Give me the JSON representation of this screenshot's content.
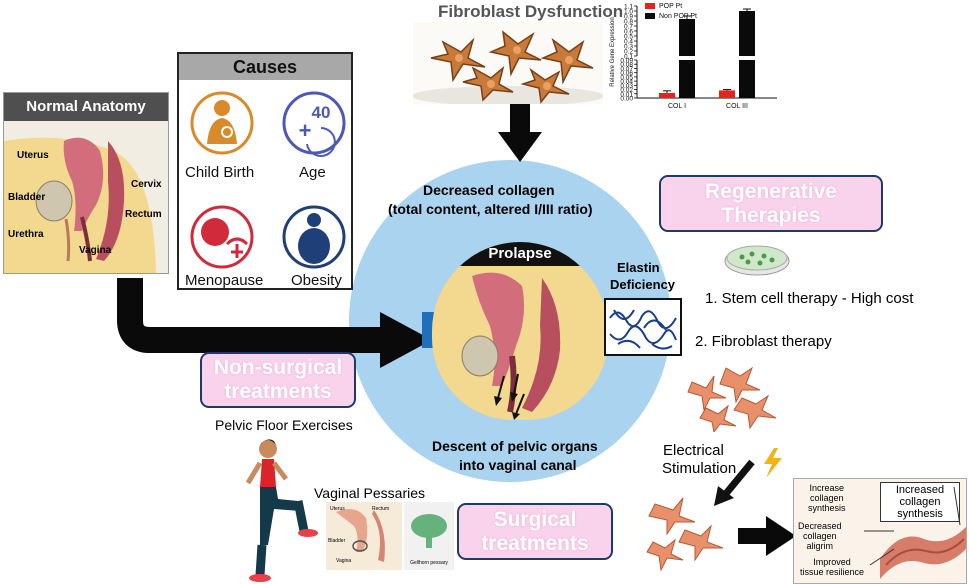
{
  "title": "Fibroblast Dysfunction",
  "causes": {
    "title": "Causes",
    "items": [
      "Child Birth",
      "Age",
      "Menopause",
      "Obesity"
    ],
    "age_badge": "40"
  },
  "anatomy": {
    "title": "Normal Anatomy",
    "labels": [
      "Uterus",
      "Cervix",
      "Bladder",
      "Rectum",
      "Urethra",
      "Vagina"
    ]
  },
  "center": {
    "top_text_1": "Decreased collagen",
    "top_text_2": "(total content, altered I/III ratio)",
    "prolapse": "Prolapse",
    "bottom_text_1": "Descent of pelvic organs",
    "bottom_text_2": "into vaginal canal",
    "elastin_1": "Elastin",
    "elastin_2": "Deficiency"
  },
  "regen": {
    "box_1": "Regenerative",
    "box_2": "Therapies",
    "item1": "1. Stem cell therapy  - High cost",
    "item2": "2. Fibroblast therapy",
    "electrical_1": "Electrical",
    "electrical_2": "Stimulation"
  },
  "nonsurg": {
    "box_1": "Non-surgical",
    "box_2": "treatments",
    "pelvic": "Pelvic Floor Exercises",
    "pessaries": "Vaginal Pessaries",
    "pessary_labels": [
      "Uterus",
      "Rectum",
      "Bladder",
      "Vagina",
      "Gellhorn pessary"
    ]
  },
  "surg": {
    "box_1": "Surgical",
    "box_2": "treatments"
  },
  "result": {
    "increase_1": "Increase",
    "increase_2": "collagen",
    "increase_3": "synthesis",
    "decreased_1": "Decreased",
    "decreased_2": "collagen",
    "decreased_3": "aligrim",
    "improved_1": "Improved",
    "improved_2": "tissue resilience",
    "increased_box_1": "Increased",
    "increased_box_2": "collagen",
    "increased_box_3": "synthesis"
  },
  "chart_data": {
    "type": "bar",
    "categories": [
      "COL I",
      "COL III"
    ],
    "series": [
      {
        "name": "POP Pt",
        "values": [
          0.012,
          0.018
        ],
        "errors": [
          0.005,
          0.002
        ],
        "color": "#e8231e"
      },
      {
        "name": "Non POP Pt",
        "values": [
          0.84,
          1.0
        ],
        "errors": [
          0.06,
          0.04
        ],
        "color": "#0a0a0a"
      }
    ],
    "ylabel": "Relative Gene Expression",
    "yticks": [
      "0.00",
      "0.01",
      "0.02",
      "0.03",
      "0.04",
      "0.05",
      "0.06",
      "0.07",
      "0.08",
      "0.09",
      "0.1",
      "0.2",
      "0.3",
      "0.4",
      "0.5",
      "0.6",
      "0.7",
      "0.8",
      "0.9",
      "1.0",
      "1.1"
    ],
    "axis_break": true,
    "legend": "top-left"
  },
  "colors": {
    "circle": "#a9d3ee",
    "box_border": "#1f3a68",
    "pink": "#f9d3ec",
    "arrow": "#0a0a0a",
    "cell": "#e9906a"
  }
}
